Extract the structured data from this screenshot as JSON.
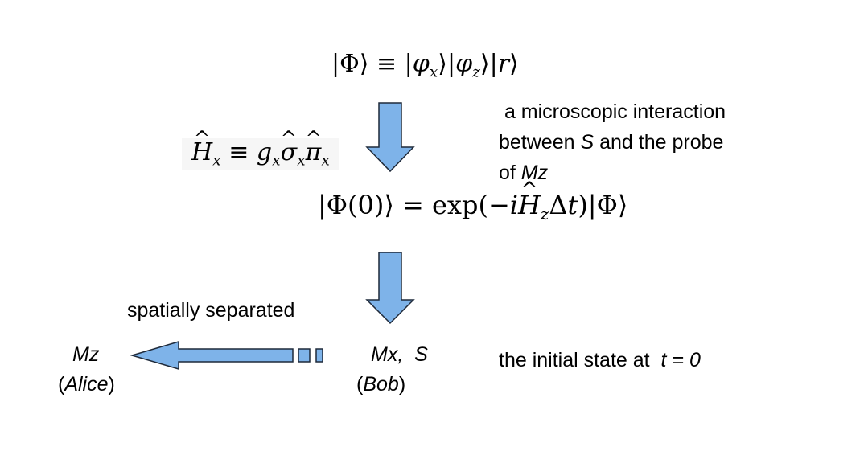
{
  "equations": {
    "state": "|Φ⟩ ≡ |φx⟩|φz⟩|r⟩",
    "hamiltonian": "Ĥx ≡ gx σ̂x π̂x",
    "evolution": "|Φ(0)⟩ = exp(−iĤzΔt)|Φ⟩"
  },
  "interaction_note": {
    "line1": "a microscopic interaction",
    "line2_pre": "between ",
    "line2_em": "S",
    "line2_post": " and the probe",
    "line3_pre": "of ",
    "line3_em": "Mz"
  },
  "separation_label": "spatially separated",
  "alice": {
    "name": "Mz",
    "open": "(",
    "role": "Alice",
    "close": ")"
  },
  "bob": {
    "name": "Mx,  S",
    "open": "(",
    "role": "Bob",
    "close": ")"
  },
  "initial_state": {
    "text": "the initial state at  ",
    "time": "t = 0"
  },
  "colors": {
    "arrow_fill": "#7eb3e9",
    "arrow_stroke": "#1f2a3a"
  }
}
